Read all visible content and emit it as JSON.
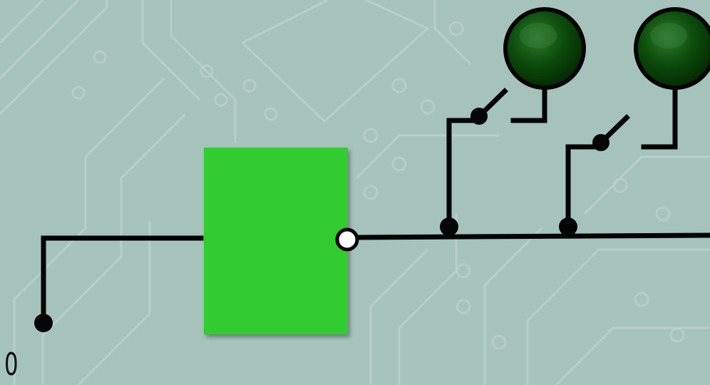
{
  "input": {
    "value": "0"
  },
  "colors": {
    "background": "#a6c3bb",
    "wire": "#050505",
    "gate_body": "#33cc33",
    "lamp_off": "#0b4a0b",
    "output_pin": "#ffffff"
  },
  "gate": {
    "type": "NOT",
    "output_state": "1"
  },
  "lamps": [
    {
      "name": "lamp-1",
      "state": "off",
      "switch": "open"
    },
    {
      "name": "lamp-2",
      "state": "off",
      "switch": "open"
    }
  ]
}
